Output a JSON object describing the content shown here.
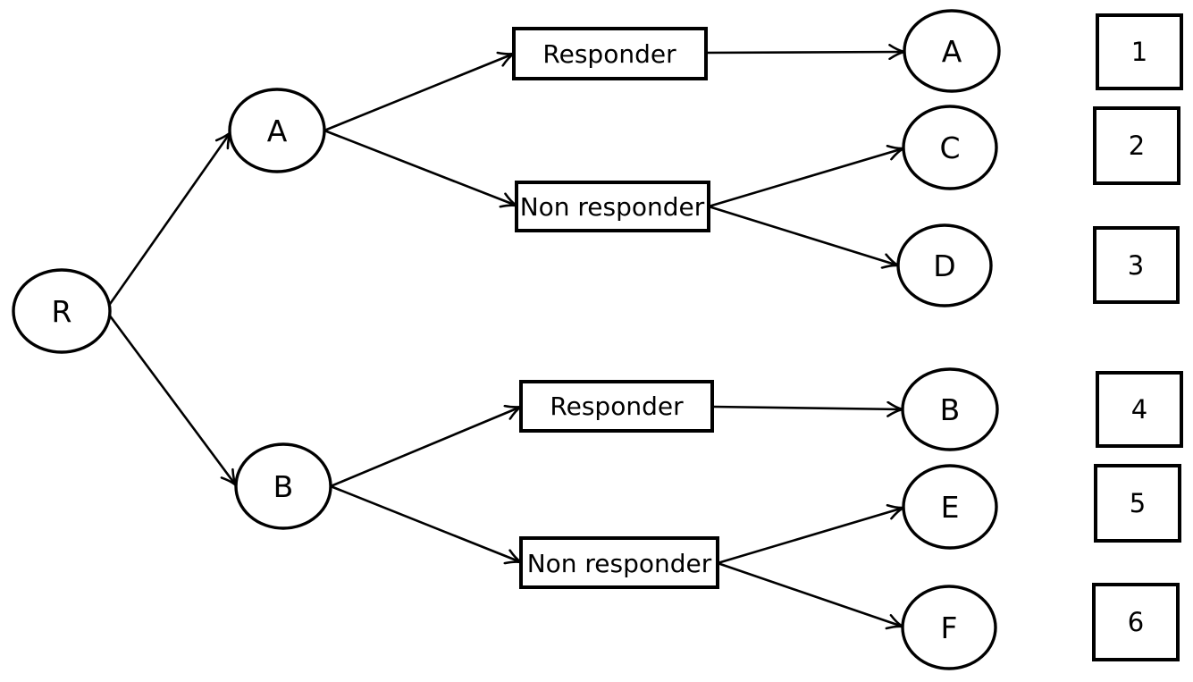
{
  "figure": {
    "description": "Sequential randomization tree diagram",
    "background_color": "#ffffff",
    "line_color": "#000000",
    "root_node": {
      "label": "R"
    },
    "stage1_nodes": [
      {
        "label": "A"
      },
      {
        "label": "B"
      }
    ],
    "response_boxes": [
      {
        "label": "Responder"
      },
      {
        "label": "Non responder"
      },
      {
        "label": "Responder"
      },
      {
        "label": "Non responder"
      }
    ],
    "outcome_nodes": [
      {
        "label": "A"
      },
      {
        "label": "C"
      },
      {
        "label": "D"
      },
      {
        "label": "B"
      },
      {
        "label": "E"
      },
      {
        "label": "F"
      }
    ],
    "path_numbers": [
      {
        "label": "1"
      },
      {
        "label": "2"
      },
      {
        "label": "3"
      },
      {
        "label": "4"
      },
      {
        "label": "5"
      },
      {
        "label": "6"
      }
    ]
  }
}
